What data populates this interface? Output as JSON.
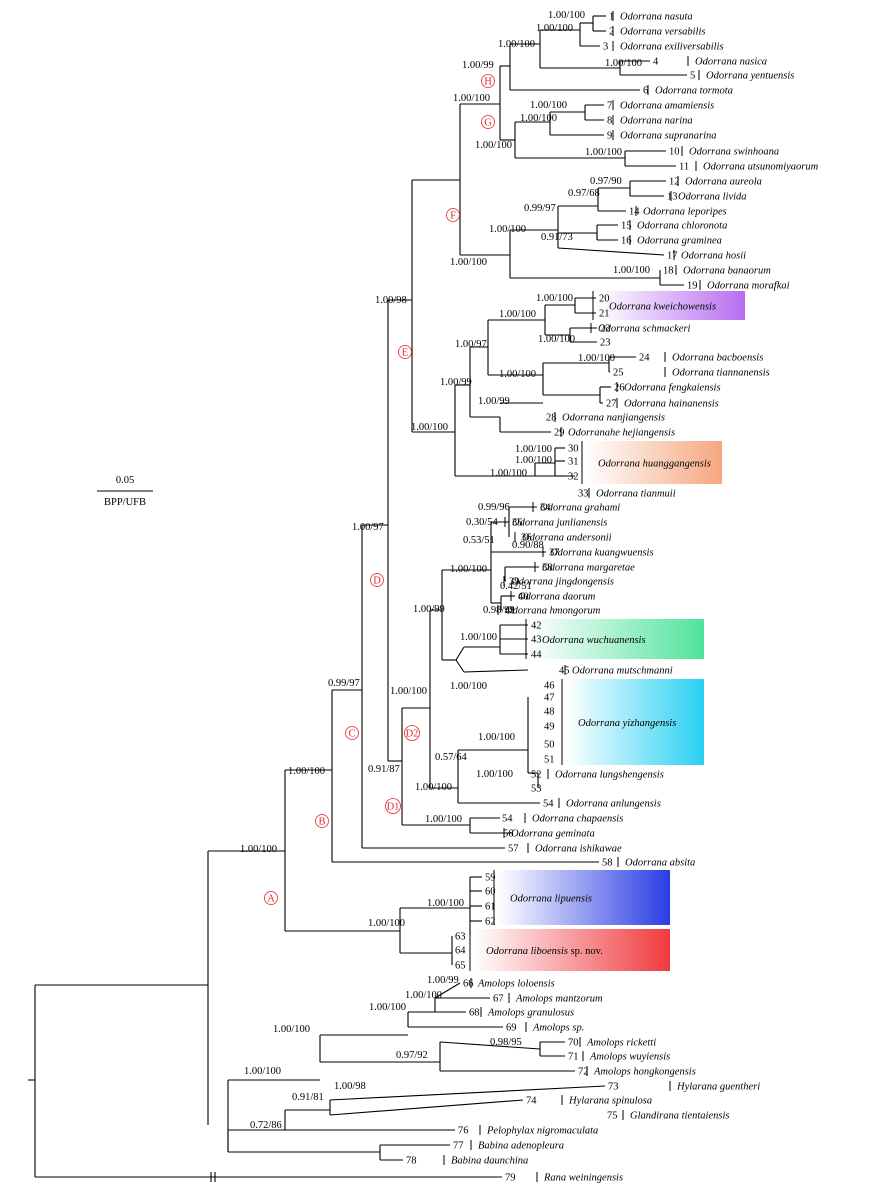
{
  "scale_bar": {
    "value": "0.05",
    "label": "BPP/UFB"
  },
  "colors": {
    "kweichowensis": "#b76ef0",
    "huanggangensis": "#f6a67f",
    "wuchuanensis": "#4fe39b",
    "yizhangensis": "#29d0f2",
    "lipuensis": "#2a3de3",
    "liboensis": "#f03a3e"
  },
  "taxa": [
    {
      "n": "1",
      "name": "Odorrana nasuta"
    },
    {
      "n": "2",
      "name": "Odorrana versabilis"
    },
    {
      "n": "3",
      "name": "Odorrana exiliversabilis"
    },
    {
      "n": "4",
      "name": "Odorrana nasica"
    },
    {
      "n": "5",
      "name": "Odorrana yentuensis"
    },
    {
      "n": "6",
      "name": "Odorrana tormota"
    },
    {
      "n": "7",
      "name": "Odorrana amamiensis"
    },
    {
      "n": "8",
      "name": "Odorrana narina"
    },
    {
      "n": "9",
      "name": "Odorrana supranarina"
    },
    {
      "n": "10",
      "name": "Odorrana swinhoana"
    },
    {
      "n": "11",
      "name": "Odorrana utsunomiyaorum"
    },
    {
      "n": "12",
      "name": "Odorrana aureola"
    },
    {
      "n": "13",
      "name": "Odorrana livida"
    },
    {
      "n": "14",
      "name": "Odorrana leporipes"
    },
    {
      "n": "15",
      "name": "Odorrana chloronota"
    },
    {
      "n": "16",
      "name": "Odorrana graminea"
    },
    {
      "n": "17",
      "name": "Odorrana hosii"
    },
    {
      "n": "18",
      "name": "Odorrana banaorum"
    },
    {
      "n": "19",
      "name": "Odorrana morafkai"
    },
    {
      "n": "20",
      "name": ""
    },
    {
      "n": "21",
      "name": ""
    },
    {
      "n": "22",
      "name": "Odorrana schmackeri"
    },
    {
      "n": "23",
      "name": ""
    },
    {
      "n": "24",
      "name": "Odorrana bacboensis"
    },
    {
      "n": "25",
      "name": "Odorrana tiannanensis"
    },
    {
      "n": "26",
      "name": "Odorrana fengkaiensis"
    },
    {
      "n": "27",
      "name": "Odorrana hainanensis"
    },
    {
      "n": "28",
      "name": "Odorrana nanjiangensis"
    },
    {
      "n": "29",
      "name": "Odorranahe hejiangensis"
    },
    {
      "n": "30",
      "name": ""
    },
    {
      "n": "31",
      "name": ""
    },
    {
      "n": "32",
      "name": ""
    },
    {
      "n": "33",
      "name": "Odorrana tianmuii"
    },
    {
      "n": "34",
      "name": "Odorrana grahami"
    },
    {
      "n": "35",
      "name": "Odorrana junlianensis"
    },
    {
      "n": "36",
      "name": "Odorrana andersonii"
    },
    {
      "n": "37",
      "name": "Odorrana kuangwuensis"
    },
    {
      "n": "38",
      "name": "Odorrana margaretae"
    },
    {
      "n": "39",
      "name": "Odorrana jingdongensis"
    },
    {
      "n": "40",
      "name": "Odorrana daorum"
    },
    {
      "n": "41",
      "name": "Odorrana hmongorum"
    },
    {
      "n": "42",
      "name": ""
    },
    {
      "n": "43",
      "name": ""
    },
    {
      "n": "44",
      "name": ""
    },
    {
      "n": "45",
      "name": "Odorrana mutschmanni"
    },
    {
      "n": "46",
      "name": ""
    },
    {
      "n": "47",
      "name": ""
    },
    {
      "n": "48",
      "name": ""
    },
    {
      "n": "49",
      "name": ""
    },
    {
      "n": "50",
      "name": ""
    },
    {
      "n": "51",
      "name": ""
    },
    {
      "n": "52",
      "name": "Odorrana lungshengensis"
    },
    {
      "n": "53",
      "name": ""
    },
    {
      "n": "54",
      "name": "Odorrana anlungensis"
    },
    {
      "n": "54",
      "name": "Odorrana chapaensis"
    },
    {
      "n": "56",
      "name": "Odorrana geminata"
    },
    {
      "n": "57",
      "name": "Odorrana ishikawae"
    },
    {
      "n": "58",
      "name": "Odorrana absita"
    },
    {
      "n": "59",
      "name": ""
    },
    {
      "n": "60",
      "name": ""
    },
    {
      "n": "61",
      "name": ""
    },
    {
      "n": "62",
      "name": ""
    },
    {
      "n": "63",
      "name": ""
    },
    {
      "n": "64",
      "name": ""
    },
    {
      "n": "65",
      "name": ""
    },
    {
      "n": "66",
      "name": "Amolops loloensis"
    },
    {
      "n": "67",
      "name": "Amolops mantzorum"
    },
    {
      "n": "68",
      "name": "Amolops granulosus"
    },
    {
      "n": "69",
      "name": "Amolops sp."
    },
    {
      "n": "70",
      "name": "Amolops ricketti"
    },
    {
      "n": "71",
      "name": "Amolops wuyiensis"
    },
    {
      "n": "72",
      "name": "Amolops hongkongensis"
    },
    {
      "n": "73",
      "name": "Hylarana guentheri"
    },
    {
      "n": "74",
      "name": "Hylarana spinulosa"
    },
    {
      "n": "75",
      "name": "Glandirana tientaiensis"
    },
    {
      "n": "76",
      "name": "Pelophylax nigromaculata"
    },
    {
      "n": "77",
      "name": "Babina adenopleura"
    },
    {
      "n": "78",
      "name": "Babina daunchina"
    },
    {
      "n": "79",
      "name": "Rana weiningensis"
    }
  ],
  "groups": [
    {
      "name": "Odorrana kweichowensis",
      "suffix": "",
      "color": "kweichowensis"
    },
    {
      "name": "Odorrana huanggangensis",
      "suffix": "",
      "color": "huanggangensis"
    },
    {
      "name": "Odorrana wuchuanensis",
      "suffix": "",
      "color": "wuchuanensis"
    },
    {
      "name": "Odorrana yizhangensis",
      "suffix": "",
      "color": "yizhangensis"
    },
    {
      "name": "Odorrana lipuensis",
      "suffix": "",
      "color": "lipuensis"
    },
    {
      "name": "Odorrana liboensis",
      "suffix": " sp. nov.",
      "color": "liboensis"
    }
  ],
  "support_labels": [
    "1.00/100",
    "1.00/100",
    "1.00/100",
    "1.00/99",
    "1.00/100",
    "1.00/100",
    "1.00/100",
    "1.00/100",
    "1.00/100",
    "1.00/100",
    "0.97/90",
    "0.97/68",
    "0.99/97",
    "0.91/73",
    "1.00/100",
    "1.00/100",
    "1.00/100",
    "1.00/100",
    "1.00/100",
    "1.00/100",
    "1.00/100",
    "1.00/100",
    "1.00/98",
    "1.00/97",
    "1.00/99",
    "1.00/99",
    "1.00/100",
    "1.00/100",
    "1.00/100",
    "1.00/100",
    "0.99/96",
    "0.30/54",
    "0.53/51",
    "0.90/88",
    "0.42/51",
    "0.98/99",
    "1.00/100",
    "1.00/99",
    "1.00/100",
    "1.00/100",
    "1.00/100",
    "0.57/64",
    "1.00/100",
    "1.00/100",
    "1.00/100",
    "1.00/97",
    "0.91/87",
    "1.00/100",
    "0.99/97",
    "1.00/100",
    "1.00/100",
    "1.00/100",
    "1.00/100",
    "1.00/99",
    "1.00/100",
    "1.00/100",
    "1.00/100",
    "0.97/92",
    "0.98/95",
    "1.00/98",
    "0.91/81",
    "1.00/100",
    "0.72/86"
  ],
  "clade_labels": [
    "H",
    "G",
    "F",
    "E",
    "D",
    "D2",
    "D1",
    "C",
    "B",
    "A"
  ]
}
